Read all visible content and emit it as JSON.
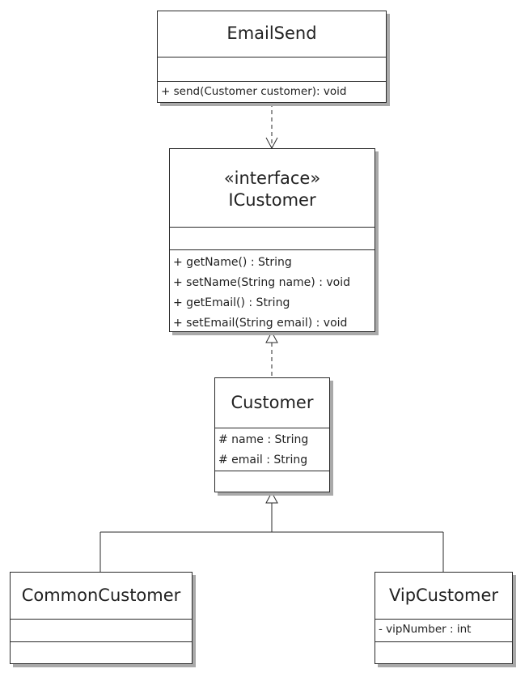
{
  "classes": {
    "email_send": {
      "name": "EmailSend",
      "attributes": [],
      "operations": [
        "+ send(Customer customer): void"
      ]
    },
    "icustomer": {
      "stereotype": "«interface»",
      "name": "ICustomer",
      "attributes": [],
      "operations": [
        "+ getName() : String",
        "+ setName(String name) : void",
        "+ getEmail() : String",
        "+ setEmail(String email) : void"
      ]
    },
    "customer": {
      "name": "Customer",
      "attributes": [
        "# name : String",
        "# email : String"
      ],
      "operations": []
    },
    "common_customer": {
      "name": "CommonCustomer",
      "attributes": [],
      "operations": []
    },
    "vip_customer": {
      "name": "VipCustomer",
      "attributes": [
        "- vipNumber : int"
      ],
      "operations": []
    }
  },
  "relationships": [
    {
      "from": "EmailSend",
      "to": "ICustomer",
      "type": "dependency"
    },
    {
      "from": "Customer",
      "to": "ICustomer",
      "type": "realization"
    },
    {
      "from": "CommonCustomer",
      "to": "Customer",
      "type": "generalization"
    },
    {
      "from": "VipCustomer",
      "to": "Customer",
      "type": "generalization"
    }
  ],
  "colors": {
    "line": "#2a2a2a",
    "shadow": "#a9a9a9",
    "background": "#ffffff"
  }
}
